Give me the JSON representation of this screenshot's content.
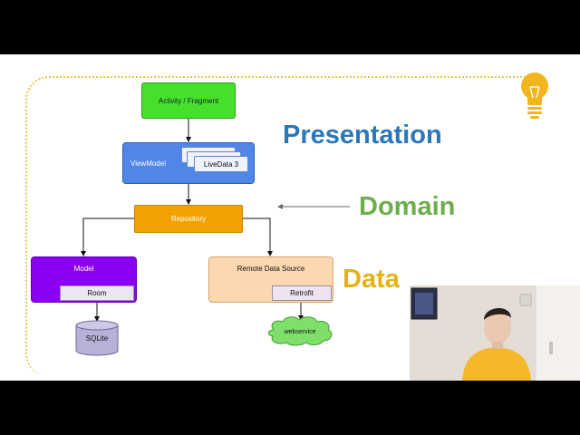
{
  "diagram": {
    "activity_label": "Activity / Fragment",
    "viewmodel_label": "ViewModel",
    "livedata_label": "LiveData 3",
    "repository_label": "Repository",
    "model_label": "Model",
    "room_label": "Room",
    "sqlite_label": "SQLite",
    "remote_label": "Remote Data Source",
    "retrofit_label": "Retrofit",
    "webservice_label": "webservice"
  },
  "layers": {
    "presentation": "Presentation",
    "domain": "Domain",
    "data": "Data"
  },
  "colors": {
    "activity": "#46e02c",
    "viewmodel": "#4f86e8",
    "repository": "#f2a100",
    "model": "#8a00f0",
    "remote": "#fbd8b0",
    "webservice": "#7ee06b",
    "presentation": "#2a78b9",
    "domain": "#6bae4a",
    "data": "#e3b315"
  }
}
